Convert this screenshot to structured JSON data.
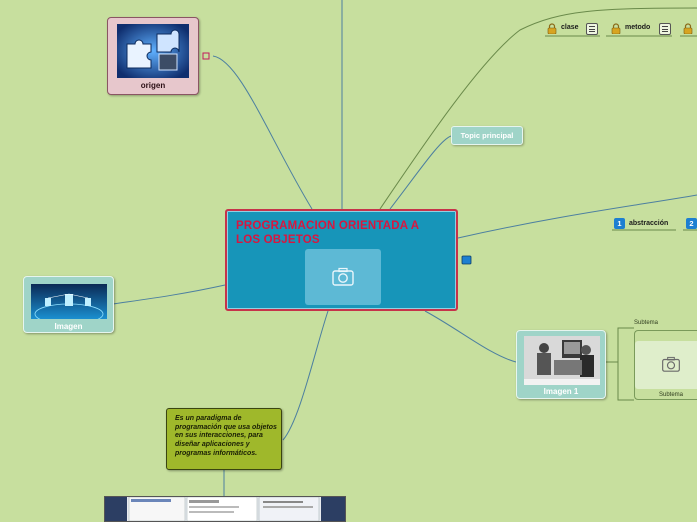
{
  "central": {
    "title": "PROGRAMACION ORIENTADA A LOS OBJETOS",
    "image_icon": "camera-icon"
  },
  "nodes": {
    "origen": {
      "label": "origen",
      "image_icon": "puzzle-icon"
    },
    "imagen": {
      "label": "Imagen",
      "image_icon": "network-globe-icon"
    },
    "imagen1": {
      "label": "Imagen 1",
      "image_icon": "photo-people-computer-icon"
    },
    "topic": {
      "label": "Topic principal"
    },
    "note": {
      "text": "Es un paradigma de programación que usa objetos en sus interacciones, para diseñar aplicaciones y programas informáticos."
    },
    "subtema_outer": {
      "label": "Subtema"
    },
    "subtema_inner": {
      "label": "Subtema"
    }
  },
  "top_tags": [
    {
      "label": "clase",
      "icon": "lock-icon"
    },
    {
      "label": "metodo",
      "icon": "lock-icon"
    }
  ],
  "numbered": [
    {
      "num": "1",
      "label": "abstracción"
    },
    {
      "num": "2",
      "label": ""
    }
  ],
  "colors": {
    "background": "#c7df9e",
    "central_fill": "#1795b9",
    "central_border": "#c6334a",
    "title": "#d8163f",
    "note": "#9fb82b"
  }
}
